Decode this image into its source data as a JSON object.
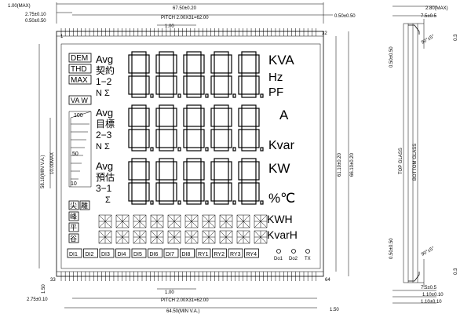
{
  "dimensions": {
    "top_left_max": "1.00(MAX)",
    "top_left_pitch_offset": "2.75±0.10",
    "top_left_pin": "0.50±0.50",
    "top_overall": "67.50±0.20",
    "top_pitch": "PITCH 2.00X31=62.00",
    "top_pin_spacing": "1.00",
    "top_right_pin": "0.50±0.50",
    "right_height_inner": "61.10±0.20",
    "right_height_outer": "66.10±0.20",
    "left_va_height": "58.10(MIN V.A.)",
    "left_max": "10.00MAX",
    "left_bottom": "1.50",
    "bottom_pin_spacing": "1.00",
    "bottom_pitch_offset": "2.75±0.10",
    "bottom_pitch": "PITCH 2.00X31=62.00",
    "bottom_va": "64.50(MIN V.A.)",
    "bottom_right": "1.50",
    "side_top_thickness": "2.80(MAX)",
    "side_top_width": "7.5±0.5",
    "side_top_angle": "90°±5°",
    "side_top_right": "0.3",
    "side_top_left": "0.50±0.50",
    "side_bottom_left": "0.50±0.50",
    "side_bottom_angle": "90°±5°",
    "side_bottom_right": "0.3",
    "side_bottom_width": "7.5±0.5",
    "side_bottom_1": "1.10±0.10",
    "side_bottom_2": "1.10±0.10",
    "top_glass": "TOP GLASS",
    "bottom_glass": "BOTTOM GLASS"
  },
  "pins": {
    "p1": "1",
    "p32": "32",
    "p33": "33",
    "p64": "64"
  },
  "lcd": {
    "dem": "DEM",
    "thd": "THD",
    "max": "MAX",
    "vaw": "VA W",
    "avg1": "Avg",
    "zh1": "契約",
    "ph1": "1−2",
    "ns1": "N  Σ",
    "avg2": "Avg",
    "zh2": "目標",
    "ph2": "2−3",
    "ns2": "N  Σ",
    "avg3": "Avg",
    "zh3": "預估",
    "ph3": "3−1",
    "ns3": "Σ",
    "bar100": "100",
    "bar50": "50",
    "bar10": "10",
    "unit_kva": "KVA",
    "unit_hz": "Hz",
    "unit_pf": "PF",
    "unit_a": "A",
    "unit_kvar": "Kvar",
    "unit_kw": "KW",
    "unit_pct": "%℃",
    "unit_kwh": "KWH",
    "unit_kvarh": "KvarH",
    "box_tl": "尖",
    "box_tr": "離",
    "box_ml": "峰",
    "box_bl": "平",
    "box_b2": "谷",
    "di": [
      "DI1",
      "DI2",
      "DI3",
      "DI4",
      "DI5",
      "DI6",
      "DI7",
      "DI8",
      "RY1",
      "RY2",
      "RY3",
      "RY4"
    ],
    "do1": "Do1",
    "do2": "Do2",
    "tx": "TX"
  }
}
